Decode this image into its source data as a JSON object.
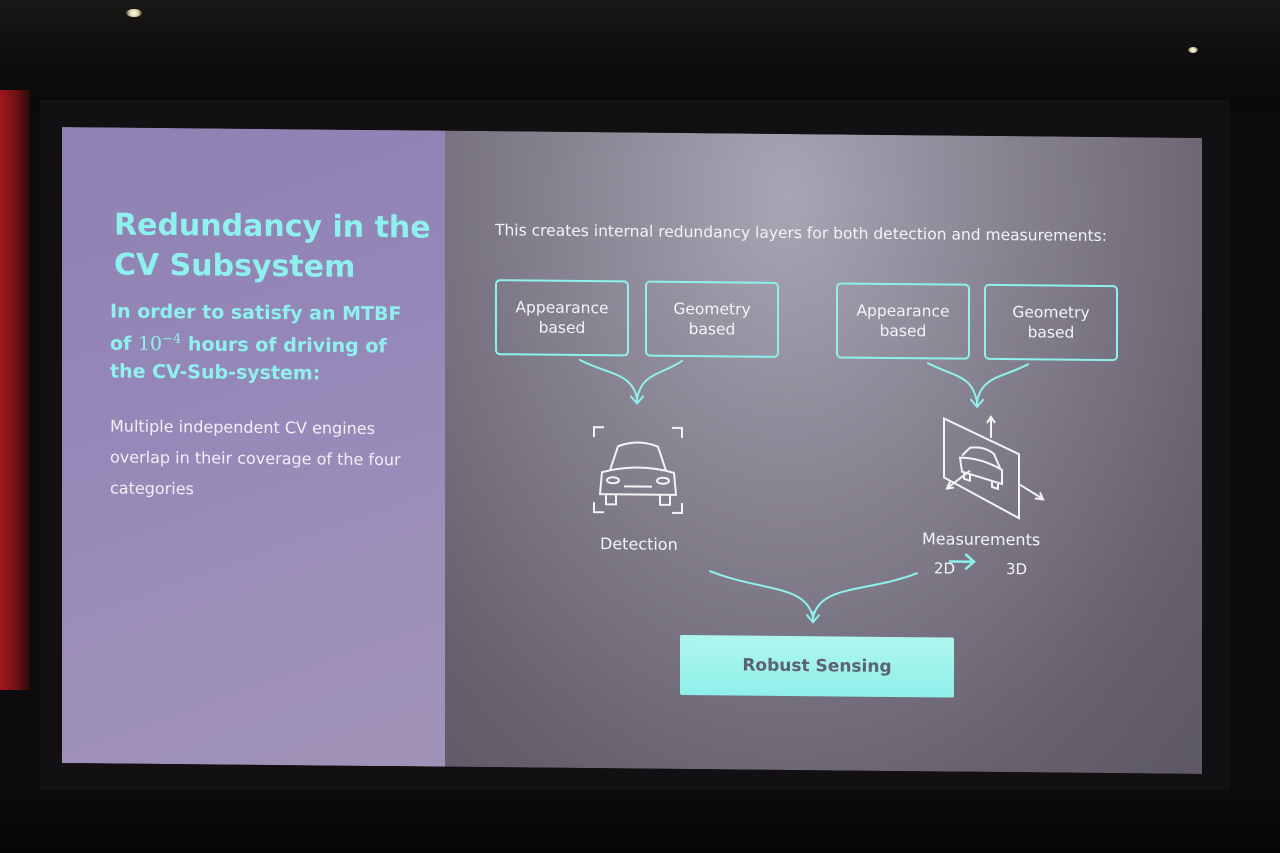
{
  "slide": {
    "title": "Redundancy in the CV Subsystem",
    "subtitle_pre": "In order to satisfy an MTBF of ",
    "subtitle_math_base": "10",
    "subtitle_math_exp": "−4",
    "subtitle_post": " hours of driving of the CV-Sub-system:",
    "body": "Multiple independent CV engines overlap in their coverage of the four categories",
    "intro": "This creates internal redundancy layers for both detection and measurements:",
    "boxes": [
      {
        "label": "Appearance based"
      },
      {
        "label": "Geometry based"
      },
      {
        "label": "Appearance based"
      },
      {
        "label": "Geometry based"
      }
    ],
    "detection_label": "Detection",
    "measurements_label": "Measurements",
    "measurements_from": "2D",
    "measurements_to": "3D",
    "result_label": "Robust Sensing"
  },
  "colors": {
    "accent": "#8ff1ee",
    "left_panel": "#9587b8",
    "right_panel": "#7d7886",
    "text": "#f4f4f6",
    "button_text": "#5e6270"
  },
  "icons": {
    "detection": "car-in-bounding-box-icon",
    "measurements": "car-on-3d-plane-with-axes-icon",
    "arrow": "right-arrow-icon"
  }
}
